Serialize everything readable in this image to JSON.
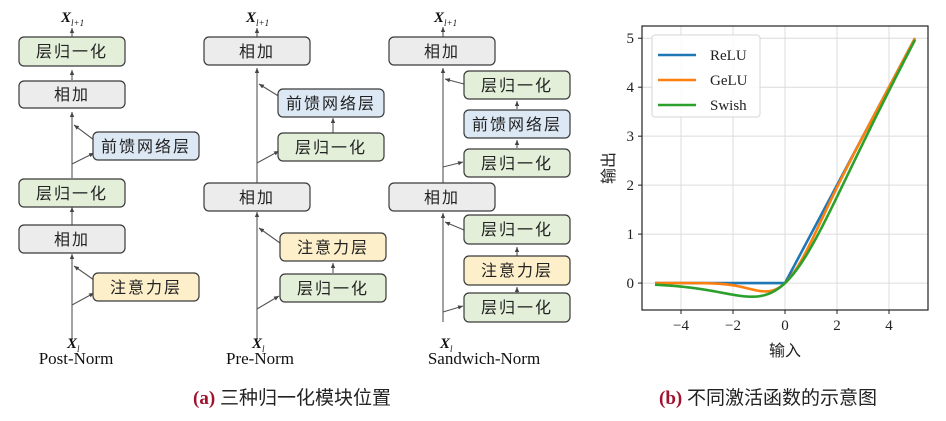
{
  "colors": {
    "norm_fill": "#e3efd9",
    "add_fill": "#ececec",
    "ffn_fill": "#dde8f5",
    "attn_fill": "#fdefc9",
    "caption_tag": "#a0122e"
  },
  "diagram": {
    "x_out": "X",
    "x_out_sub": "l+1",
    "x_in": "X",
    "x_in_sub": "l",
    "variants": [
      {
        "name": "Post-Norm",
        "blocks": [
          "层归一化",
          "相加",
          "前馈网络层",
          "层归一化",
          "相加",
          "注意力层"
        ]
      },
      {
        "name": "Pre-Norm",
        "blocks": [
          "相加",
          "前馈网络层",
          "层归一化",
          "相加",
          "注意力层",
          "层归一化"
        ]
      },
      {
        "name": "Sandwich-Norm",
        "blocks": [
          "相加",
          "层归一化",
          "前馈网络层",
          "层归一化",
          "相加",
          "层归一化",
          "注意力层",
          "层归一化"
        ]
      }
    ]
  },
  "captions": {
    "a_tag": "(a)",
    "a_text": " 三种归一化模块位置",
    "b_tag": "(b)",
    "b_text": " 不同激活函数的示意图"
  },
  "chart_data": {
    "type": "line",
    "title": "",
    "xlabel": "输入",
    "ylabel": "输出",
    "xlim": [
      -5.5,
      5.5
    ],
    "ylim": [
      -0.55,
      5.25
    ],
    "xticks": [
      -4,
      -2,
      0,
      2,
      4
    ],
    "xtick_labels": [
      "−4",
      "−2",
      "0",
      "2",
      "4"
    ],
    "yticks": [
      0,
      1,
      2,
      3,
      4,
      5
    ],
    "ytick_labels": [
      "0",
      "1",
      "2",
      "3",
      "4",
      "5"
    ],
    "grid": true,
    "legend_position": "top-left",
    "x_range": [
      -5,
      5
    ],
    "series": [
      {
        "name": "ReLU",
        "color": "#1f77b4",
        "function": "relu",
        "x": [
          -5,
          -4,
          -3,
          -2,
          -1,
          0,
          1,
          2,
          3,
          4,
          5
        ],
        "values": [
          0,
          0,
          0,
          0,
          0,
          0,
          1,
          2,
          3,
          4,
          5
        ]
      },
      {
        "name": "GeLU",
        "color": "#ff7f0e",
        "function": "gelu",
        "x": [
          -5,
          -4,
          -3,
          -2,
          -1,
          0,
          1,
          2,
          3,
          4,
          5
        ],
        "values": [
          0,
          0,
          -0.004,
          -0.045,
          -0.159,
          0,
          0.841,
          1.955,
          2.996,
          4.0,
          5.0
        ]
      },
      {
        "name": "Swish",
        "color": "#2ca02c",
        "function": "swish",
        "x": [
          -5,
          -4,
          -3,
          -2,
          -1,
          0,
          1,
          2,
          3,
          4,
          5
        ],
        "values": [
          -0.033,
          -0.072,
          -0.142,
          -0.238,
          -0.269,
          0,
          0.731,
          1.762,
          2.858,
          3.928,
          4.967
        ]
      }
    ]
  }
}
